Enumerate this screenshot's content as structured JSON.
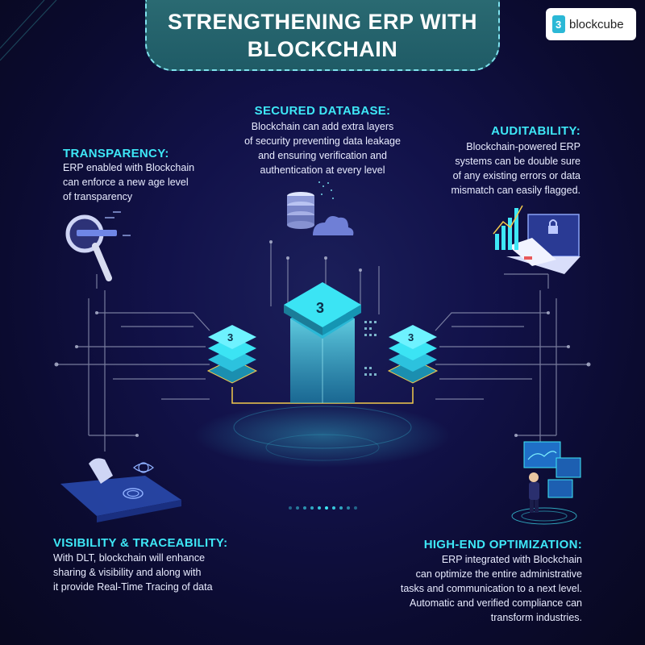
{
  "title": {
    "line1": "STRENGTHENING ERP WITH",
    "line2": "BLOCKCHAIN"
  },
  "logo": {
    "text": "blockcube"
  },
  "colors": {
    "accent": "#3ee7f6",
    "background": "#0b0b30",
    "banner": "#226371",
    "text": "#e9ecff",
    "line": "#9aa0bd"
  },
  "sections": {
    "secured_database": {
      "title": "SECURED DATABASE:",
      "lines": [
        "Blockchain can add extra layers",
        "of security preventing data leakage",
        "and ensuring verification and",
        "authentication at every level"
      ],
      "icon": "server-cloud-icon"
    },
    "transparency": {
      "title": "TRANSPARENCY:",
      "lines": [
        "ERP enabled with Blockchain",
        "can enforce a new age level",
        "of transparency"
      ],
      "icon": "magnifier-icon"
    },
    "auditability": {
      "title": "AUDITABILITY:",
      "lines": [
        "Blockchain-powered ERP",
        "systems can be double sure",
        "of any existing errors or data",
        "mismatch can easily flagged."
      ],
      "icon": "laptop-lock-icon"
    },
    "visibility": {
      "title": "VISIBILITY & TRACEABILITY:",
      "lines": [
        "With DLT, blockchain will enhance",
        "sharing & visibility and along with",
        "it provide Real-Time Tracing of data"
      ],
      "icon": "fingerprint-scan-icon"
    },
    "optimization": {
      "title": "HIGH-END OPTIMIZATION:",
      "lines": [
        "ERP integrated with Blockchain",
        "can optimize the entire administrative",
        "tasks and communication to a next level.",
        "Automatic and verified compliance can",
        "transform industries."
      ],
      "icon": "person-dashboard-icon"
    }
  }
}
